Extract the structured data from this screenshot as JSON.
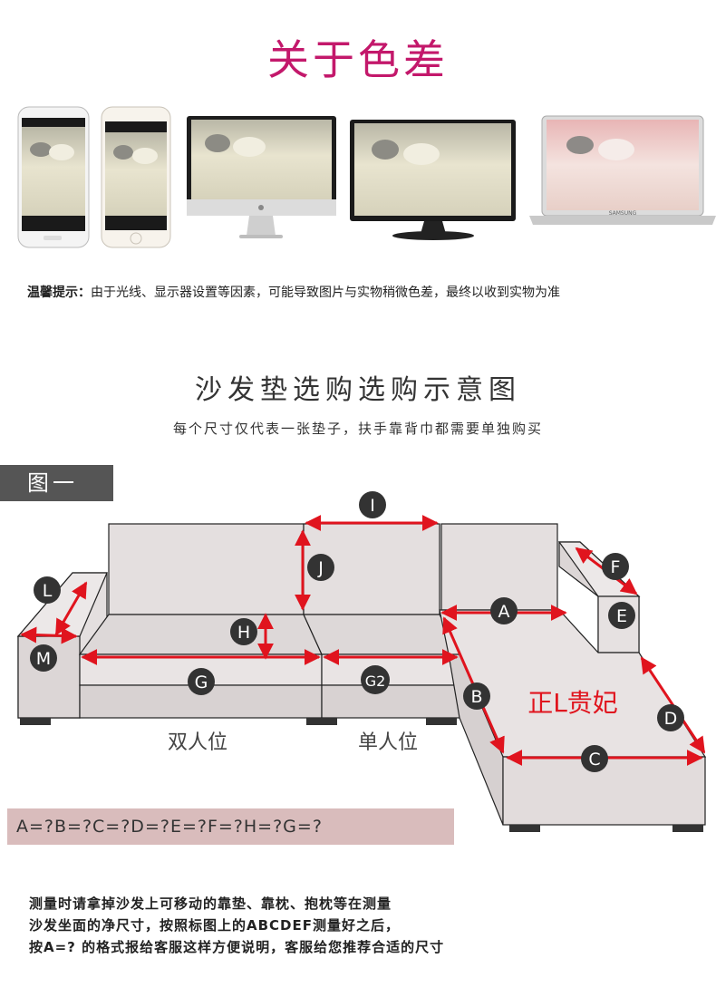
{
  "title": "关于色差",
  "tip": {
    "label": "温馨提示：",
    "text": "由于光线、显示器设置等因素，可能导致图片与实物稍微色差，最终以收到实物为准"
  },
  "guide": {
    "heading": "沙发垫选购选购示意图",
    "subheading": "每个尺寸仅代表一张垫子，扶手靠背巾都需要单独购买"
  },
  "tab_label": "图一",
  "labels": {
    "I": "I",
    "J": "J",
    "L": "L",
    "M": "M",
    "F": "F",
    "E": "E",
    "A": "A",
    "H": "H",
    "G": "G",
    "G2": "G2",
    "B": "B",
    "C": "C",
    "D": "D"
  },
  "captions": {
    "double": "双人位",
    "single": "单人位",
    "chaise": "正L贵妃"
  },
  "formula": "A=?B=?C=?D=?E=?F=?H=?G=?",
  "notes": [
    "测量时请拿掉沙发上可移动的靠垫、靠枕、抱枕等在测量",
    "沙发坐面的净尺寸，按照标图上的ABCDEF测量好之后，",
    "按A=? 的格式报给客服这样方便说明，客服给您推荐合适的尺寸"
  ],
  "colors": {
    "title": "#c3186b",
    "arrow": "#e0141e",
    "badge": "#333333",
    "chaise_text": "#e0141e"
  },
  "monitor_brand": "SAMSUNG"
}
